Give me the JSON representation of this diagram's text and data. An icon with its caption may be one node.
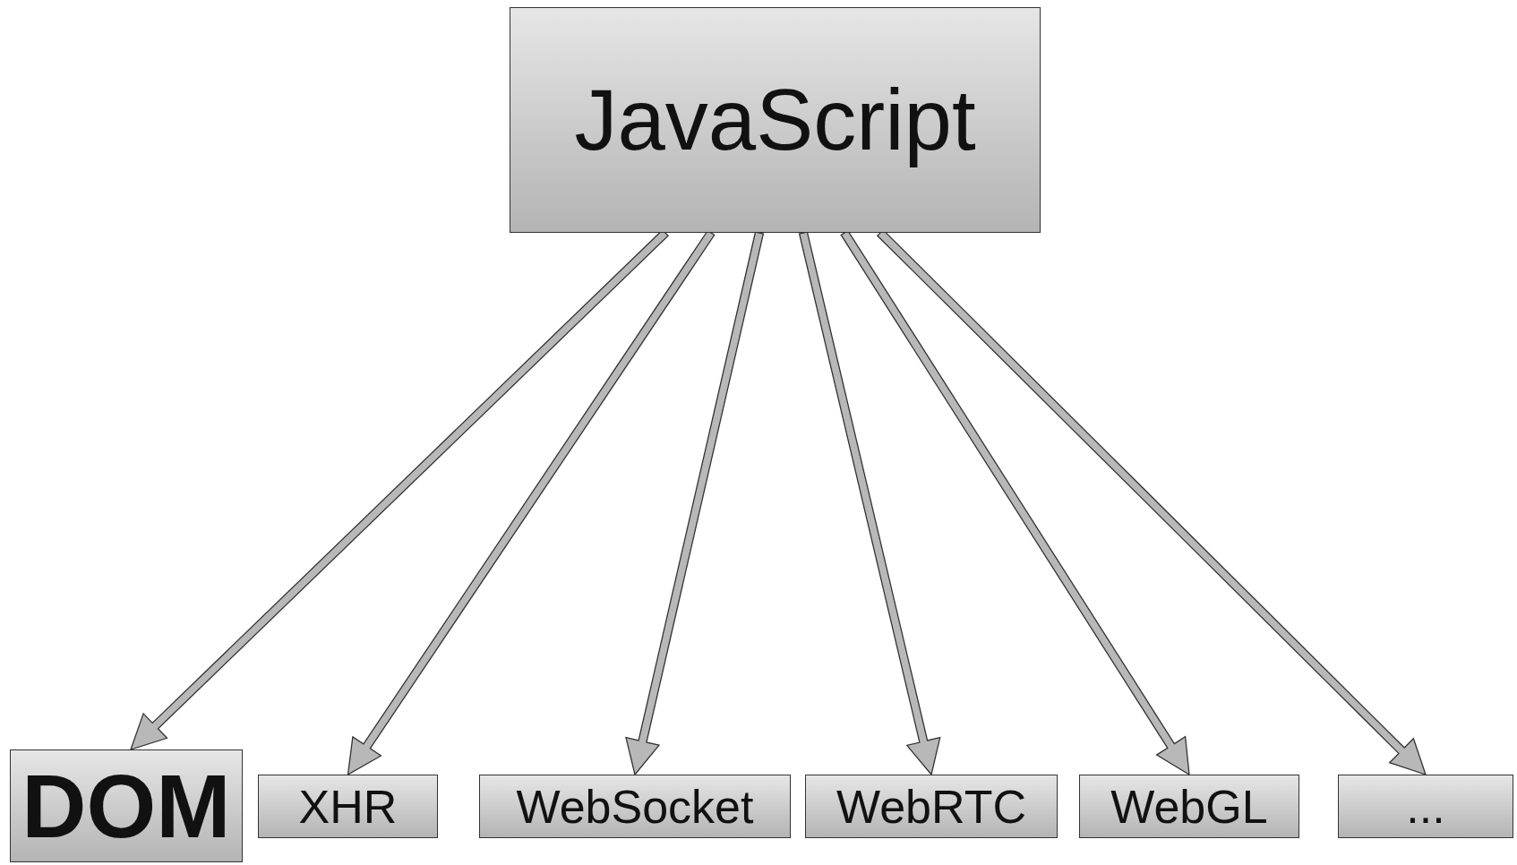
{
  "diagram": {
    "nodes": [
      {
        "text": [
          "JavaScript"
        ]
      },
      {
        "text": [
          "DOM"
        ]
      },
      {
        "text": [
          "XHR"
        ]
      },
      {
        "text": [
          "WebSocket"
        ]
      },
      {
        "text": [
          "WebRTC"
        ]
      },
      {
        "text": [
          "WebGL"
        ]
      },
      {
        "text": [
          "..."
        ]
      }
    ],
    "edges": [
      {
        "from": 0,
        "to": 1,
        "arrow": "to"
      },
      {
        "from": 0,
        "to": 2,
        "arrow": "to"
      },
      {
        "from": 0,
        "to": 3,
        "arrow": "to"
      },
      {
        "from": 0,
        "to": 4,
        "arrow": "to"
      },
      {
        "from": 0,
        "to": 5,
        "arrow": "to"
      },
      {
        "from": 0,
        "to": 6,
        "arrow": "to"
      }
    ]
  }
}
